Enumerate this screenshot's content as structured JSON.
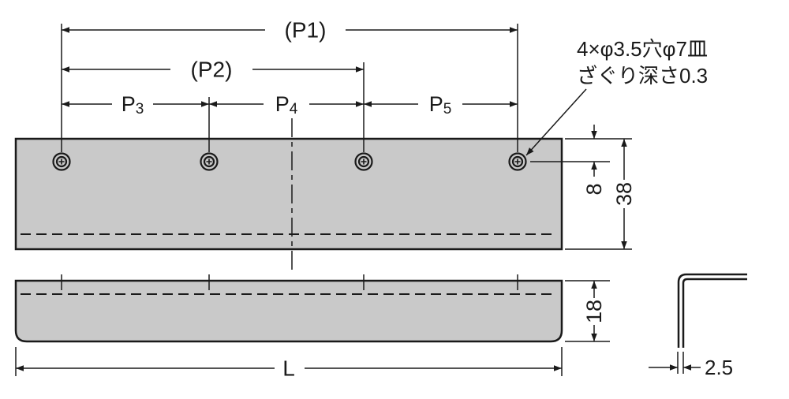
{
  "drawing": {
    "note": {
      "line1": "4×φ3.5穴φ7皿",
      "line2": "ざぐり深さ0.3"
    },
    "dimensions": {
      "p1": "(P1)",
      "p2": "(P2)",
      "p3": {
        "base": "P",
        "sub": "3"
      },
      "p4": {
        "base": "P",
        "sub": "4"
      },
      "p5": {
        "base": "P",
        "sub": "5"
      },
      "edge_to_hole": "8",
      "front_height": "38",
      "side_height": "18",
      "overall_length": "L",
      "thickness": "2.5"
    },
    "colors": {
      "surface": "#c9c9c9",
      "line": "#1a1a1a",
      "background": "#ffffff"
    }
  }
}
